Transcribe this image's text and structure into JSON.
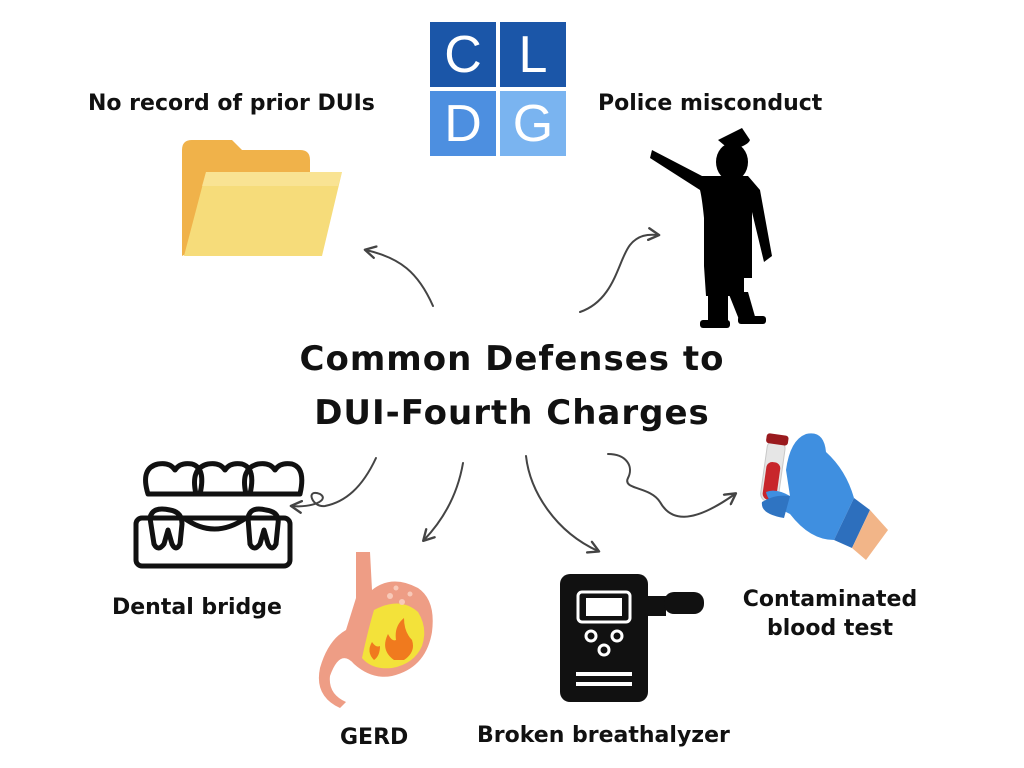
{
  "logo": {
    "letters": [
      "C",
      "L",
      "D",
      "G"
    ],
    "colors": [
      "#1b56a8",
      "#1b56a8",
      "#4d8fe0",
      "#7ab4f0"
    ]
  },
  "title": {
    "line1": "Common Defenses to",
    "line2": "DUI-Fourth Charges"
  },
  "defenses": [
    {
      "label": "No record of prior DUIs",
      "icon": "folder-icon"
    },
    {
      "label": "Police misconduct",
      "icon": "police-officer-icon"
    },
    {
      "label": "Dental bridge",
      "icon": "dental-bridge-icon"
    },
    {
      "label": "GERD",
      "icon": "stomach-icon"
    },
    {
      "label": "Broken breathalyzer",
      "icon": "breathalyzer-icon"
    },
    {
      "label": "Contaminated",
      "label2": "blood test",
      "icon": "blood-test-icon"
    }
  ],
  "colors": {
    "arrow": "#444444",
    "folder_front": "#f6dc7a",
    "folder_back": "#f0b24a",
    "stomach": "#ee9d85",
    "acid": "#f3e23a",
    "flame": "#f07a1e",
    "glove": "#3f8fe0",
    "skin": "#f2b588",
    "blood": "#c8262b"
  }
}
